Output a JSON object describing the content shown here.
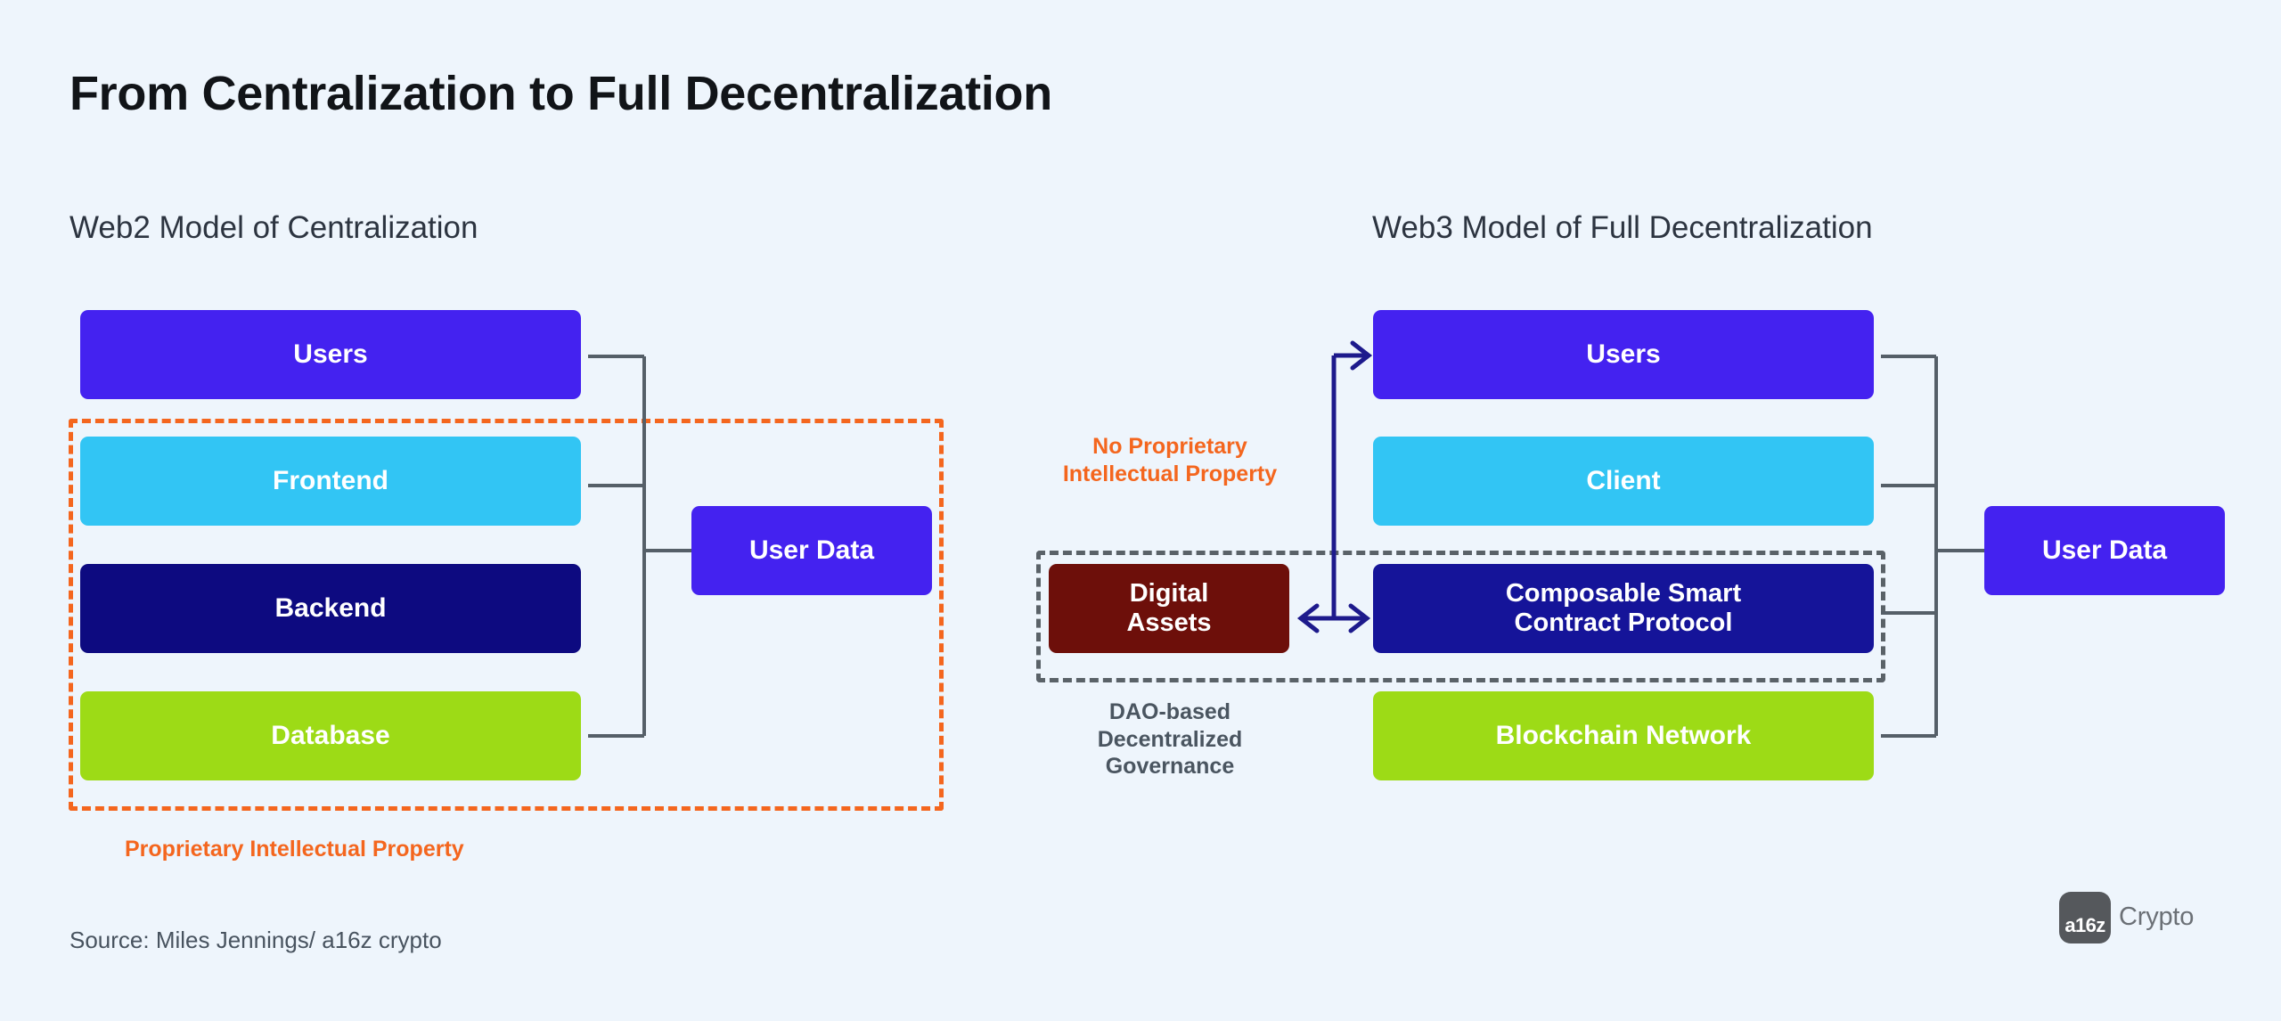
{
  "page": {
    "title": "From Centralization to Full Decentralization",
    "background_color": "#eef5fc",
    "source_text": "Source:  Miles Jennings/ a16z crypto"
  },
  "logo": {
    "mark_text": "a16z",
    "word_text": "Crypto",
    "mark_color": "#55585c",
    "word_color": "#6b7076"
  },
  "colors": {
    "users_blue": "#4422f0",
    "frontend_cyan": "#32c5f4",
    "backend_navy": "#0d0a80",
    "database_green": "#9ddb16",
    "digital_assets_maroon": "#6d0f0a",
    "protocol_navy": "#151499",
    "orange": "#f4661e",
    "gray_dash": "#5a6268",
    "connector_gray": "#555f68",
    "arrow_navy": "#1d1a8c"
  },
  "left_panel": {
    "heading": "Web2 Model of Centralization",
    "boxes": [
      {
        "label": "Users",
        "color": "#4422f0"
      },
      {
        "label": "Frontend",
        "color": "#32c5f4"
      },
      {
        "label": "Backend",
        "color": "#0d0a80"
      },
      {
        "label": "Database",
        "color": "#9ddb16"
      }
    ],
    "side_box": {
      "label": "User Data",
      "color": "#4422f0"
    },
    "boundary_caption": "Proprietary Intellectual Property"
  },
  "right_panel": {
    "heading": "Web3 Model of Full Decentralization",
    "boxes": [
      {
        "label": "Users",
        "color": "#4422f0"
      },
      {
        "label": "Client",
        "color": "#32c5f4"
      },
      {
        "label": "Composable Smart\nContract Protocol",
        "color": "#151499"
      },
      {
        "label": "Blockchain Network",
        "color": "#9ddb16"
      }
    ],
    "digital_assets_box": {
      "label": "Digital\nAssets",
      "color": "#6d0f0a"
    },
    "side_box": {
      "label": "User Data",
      "color": "#4422f0"
    },
    "no_ip_caption": "No Proprietary\nIntellectual Property",
    "governance_caption": "DAO-based\nDecentralized\nGovernance"
  }
}
